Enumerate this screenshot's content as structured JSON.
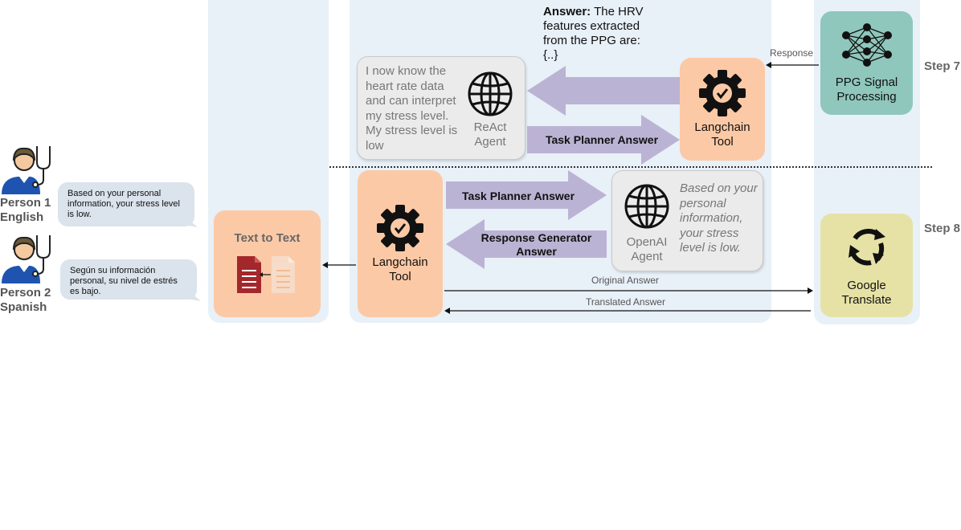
{
  "steps": {
    "step7": "Step 7",
    "step8": "Step 8"
  },
  "people": [
    {
      "name": "Person 1",
      "language": "English",
      "message": "Based on your personal information, your  stress level is low."
    },
    {
      "name": "Person 2",
      "language": "Spanish",
      "message": "Según su información personal, su nivel de estrés es bajo."
    }
  ],
  "text_to_text": {
    "title": "Text to Text"
  },
  "top_section": {
    "answer_label": "Answer:",
    "answer_text": "The HRV features extracted from the PPG are: {..}",
    "react_card_text": "I now know the heart rate data and can interpret my stress level. My stress level is low",
    "react_agent": "ReAct Agent",
    "langchain_tool": "Langchain Tool",
    "task_planner_answer": "Task Planner Answer",
    "response_label": "Response",
    "ppg_box": "PPG Signal Processing"
  },
  "bottom_section": {
    "langchain_tool": "Langchain Tool",
    "task_planner_answer": "Task Planner Answer",
    "response_generator_answer": "Response Generator Answer",
    "openai_card_text": "Based on your personal information, your  stress level is low.",
    "openai_agent": "OpenAI Agent",
    "original_answer": "Original Answer",
    "translated_answer": "Translated Answer",
    "google_translate": "Google Translate"
  },
  "icons": [
    "doctor-icon",
    "globe-icon",
    "gear-check-icon",
    "neural-network-icon",
    "refresh-icon",
    "document-icon"
  ],
  "colors": {
    "panel": "#e8f0f8",
    "orange": "#fcc9a6",
    "teal": "#8fc7bc",
    "yellow": "#e6e2a6",
    "arrow": "#bbb3d4",
    "doctor_shirt": "#1e54b0"
  }
}
